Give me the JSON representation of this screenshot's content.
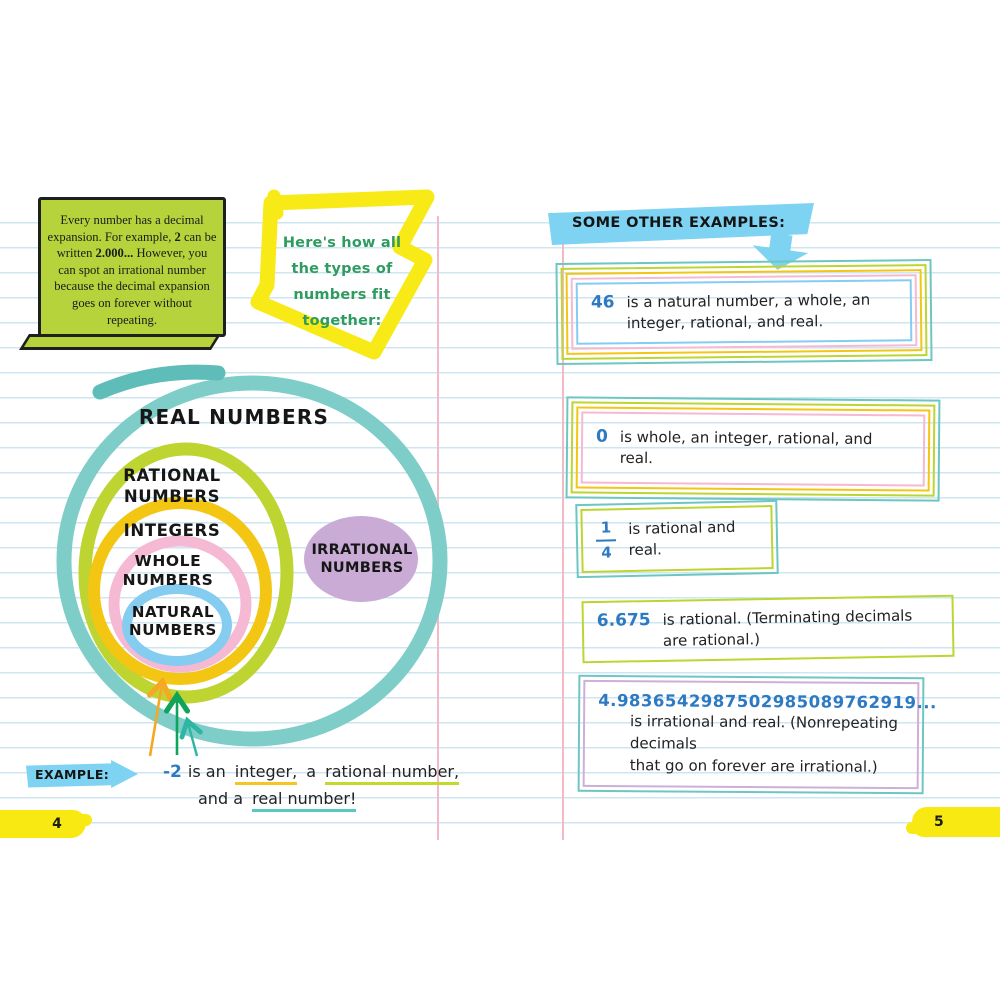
{
  "palette": {
    "teal": "#7ecdc9",
    "green": "#bdd431",
    "yellow": "#f4c614",
    "pink": "#f6b9d3",
    "blue": "#85ccf1",
    "purple": "#c9abd6",
    "banner_blue": "#7ed2f2",
    "ink_blue": "#2d7ac2",
    "highlight_yellow": "#f8e912",
    "callout_green": "#2e9b5f",
    "arrow_orange": "#f7a823",
    "arrow_green": "#10a35a",
    "arrow_teal": "#2cb6a3"
  },
  "left_page": {
    "note": {
      "t1": "Every number has a decimal expansion. For example, ",
      "b1": "2",
      "t2": " can be written ",
      "b2": "2.000...",
      "t3": " However, you can spot an irrational number because the decimal expansion goes on forever without repeating."
    },
    "callout": {
      "text": "Here's how all\nthe types of\nnumbers fit\ntogether:"
    },
    "diagram": {
      "real": "REAL NUMBERS",
      "rational": "RATIONAL\nNUMBERS",
      "integers": "INTEGERS",
      "whole": "WHOLE\nNUMBERS",
      "natural": "NATURAL\nNUMBERS",
      "irrational": "IRRATIONAL\nNUMBERS"
    },
    "example": {
      "label": "EXAMPLE:",
      "number": "-2",
      "seg_a": "is an",
      "seg_integer": "integer,",
      "seg_b": "a",
      "seg_rational": "rational number,",
      "seg_c": "and a",
      "seg_real": "real number!"
    },
    "page_number": "4"
  },
  "right_page": {
    "banner": "SOME OTHER EXAMPLES:",
    "example1": {
      "number": "46",
      "text": "is a natural number, a whole, an integer, rational, and real."
    },
    "example2": {
      "number": "0",
      "text": "is whole, an integer, rational, and real."
    },
    "example3": {
      "numerator": "1",
      "denominator": "4",
      "text": "is rational and real."
    },
    "example4": {
      "number": "6.675",
      "text": "is rational. (Terminating decimals are rational.)"
    },
    "example5": {
      "number": "4.9836542987502985089762919...",
      "text": "is irrational and real. (Nonrepeating decimals\nthat go on forever are irrational.)"
    },
    "page_number": "5"
  }
}
